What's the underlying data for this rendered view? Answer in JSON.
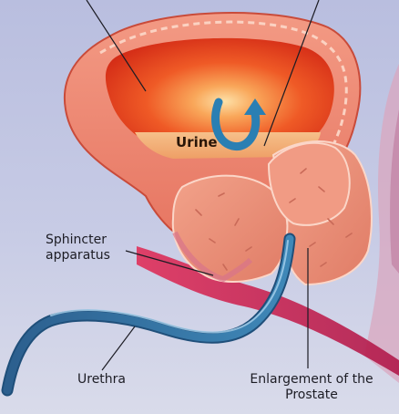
{
  "labels": {
    "urine": "Urine",
    "sphincter_line1": "Sphincter",
    "sphincter_line2": "apparatus",
    "urethra": "Urethra",
    "prostate_line1": "Enlargement of the",
    "prostate_line2": "Prostate"
  },
  "colors": {
    "background": "#c9cde6",
    "bladder_wall": "#f0836d",
    "bladder_interior": "#e8401c",
    "urine": "#f2b27a",
    "prostate": "#ec8e78",
    "urethra": "#2f6e9c",
    "flow_arrow": "#2a7fb3",
    "blood_vessel": "#c9184a",
    "leader_line": "#1c1c24"
  }
}
